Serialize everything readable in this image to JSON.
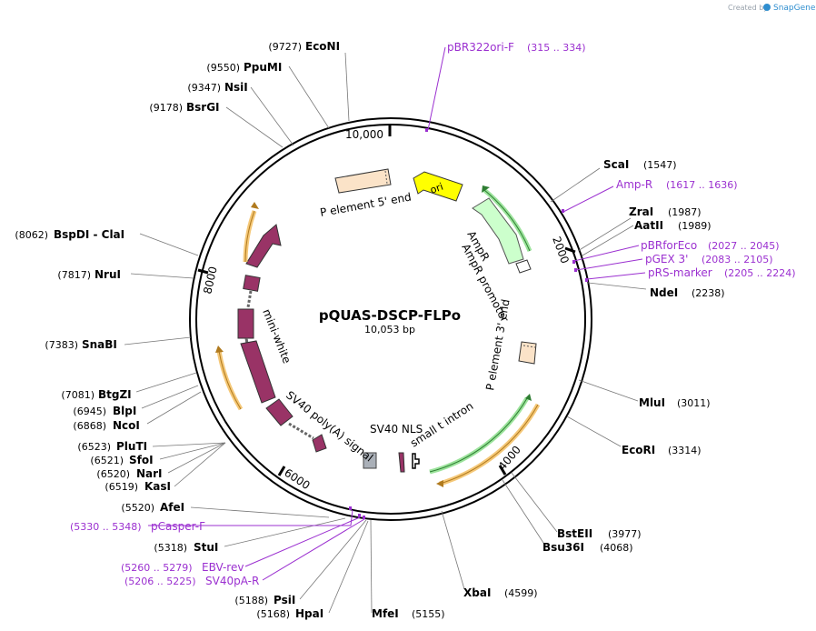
{
  "header": {
    "credit_prefix": "Created by",
    "brand": "SnapGene",
    "brand_color": "#2f8ecf"
  },
  "plasmid": {
    "name": "pQUAS-DSCP-FLPo",
    "size_label": "10,053 bp",
    "length": 10053
  },
  "ticks": [
    {
      "label": "10,000",
      "pos": 10000
    },
    {
      "label": "2000",
      "pos": 2000
    },
    {
      "label": "4000",
      "pos": 4000
    },
    {
      "label": "6000",
      "pos": 6000
    },
    {
      "label": "8000",
      "pos": 8000
    }
  ],
  "enzymes_left": [
    {
      "name": "EcoNI",
      "pos": "(9727)"
    },
    {
      "name": "PpuMI",
      "pos": "(9550)"
    },
    {
      "name": "NsiI",
      "pos": "(9347)"
    },
    {
      "name": "BsrGI",
      "pos": "(9178)"
    },
    {
      "name": "BspDI  -  ClaI",
      "pos": "(8062)"
    },
    {
      "name": "NruI",
      "pos": "(7817)"
    },
    {
      "name": "SnaBI",
      "pos": "(7383)"
    },
    {
      "name": "BtgZI",
      "pos": "(7081)"
    },
    {
      "name": "BlpI",
      "pos": "(6945)"
    },
    {
      "name": "NcoI",
      "pos": "(6868)"
    },
    {
      "name": "PluTI",
      "pos": "(6523)"
    },
    {
      "name": "SfoI",
      "pos": "(6521)"
    },
    {
      "name": "NarI",
      "pos": "(6520)"
    },
    {
      "name": "KasI",
      "pos": "(6519)"
    },
    {
      "name": "AfeI",
      "pos": "(5520)"
    },
    {
      "name": "StuI",
      "pos": "(5318)"
    },
    {
      "name": "PsiI",
      "pos": "(5188)"
    },
    {
      "name": "HpaI",
      "pos": "(5168)"
    }
  ],
  "enzymes_right": [
    {
      "name": "ScaI",
      "pos": "(1547)"
    },
    {
      "name": "ZraI",
      "pos": "(1987)"
    },
    {
      "name": "AatII",
      "pos": "(1989)"
    },
    {
      "name": "NdeI",
      "pos": "(2238)"
    },
    {
      "name": "MluI",
      "pos": "(3011)"
    },
    {
      "name": "EcoRI",
      "pos": "(3314)"
    },
    {
      "name": "BstEII",
      "pos": "(3977)"
    },
    {
      "name": "Bsu36I",
      "pos": "(4068)"
    },
    {
      "name": "XbaI",
      "pos": "(4599)"
    },
    {
      "name": "MfeI",
      "pos": "(5155)"
    }
  ],
  "primers": [
    {
      "name": "pBR322ori-F",
      "range": "(315 .. 334)"
    },
    {
      "name": "Amp-R",
      "range": "(1617 .. 1636)"
    },
    {
      "name": "pBRforEco",
      "range": "(2027 .. 2045)"
    },
    {
      "name": "pGEX 3'",
      "range": "(2083 .. 2105)"
    },
    {
      "name": "pRS-marker",
      "range": "(2205 .. 2224)"
    },
    {
      "name": "pCasper-F",
      "range": "(5330 .. 5348)"
    },
    {
      "name": "EBV-rev",
      "range": "(5260 .. 5279)"
    },
    {
      "name": "SV40pA-R",
      "range": "(5206 .. 5225)"
    }
  ],
  "features": {
    "p5": "P element 5' end",
    "ori": "ori",
    "ampr": "AmpR",
    "ampr_promoter": "AmpR promoter",
    "p3": "P element 3' end",
    "mini_white": "mini-white",
    "sv40_polya": "SV40 poly(A) signal",
    "sv40_nls": "SV40 NLS",
    "small_t": "small t intron"
  },
  "colors": {
    "primer": "#9b30d0",
    "mini_white": "#993366",
    "p_element": "#fbe3c8",
    "ori": "#ffff00",
    "ampr": "#ccffcc",
    "orf_orange": "#f5c878",
    "orf_green": "#9be39b",
    "nls": "#aab0b8"
  }
}
